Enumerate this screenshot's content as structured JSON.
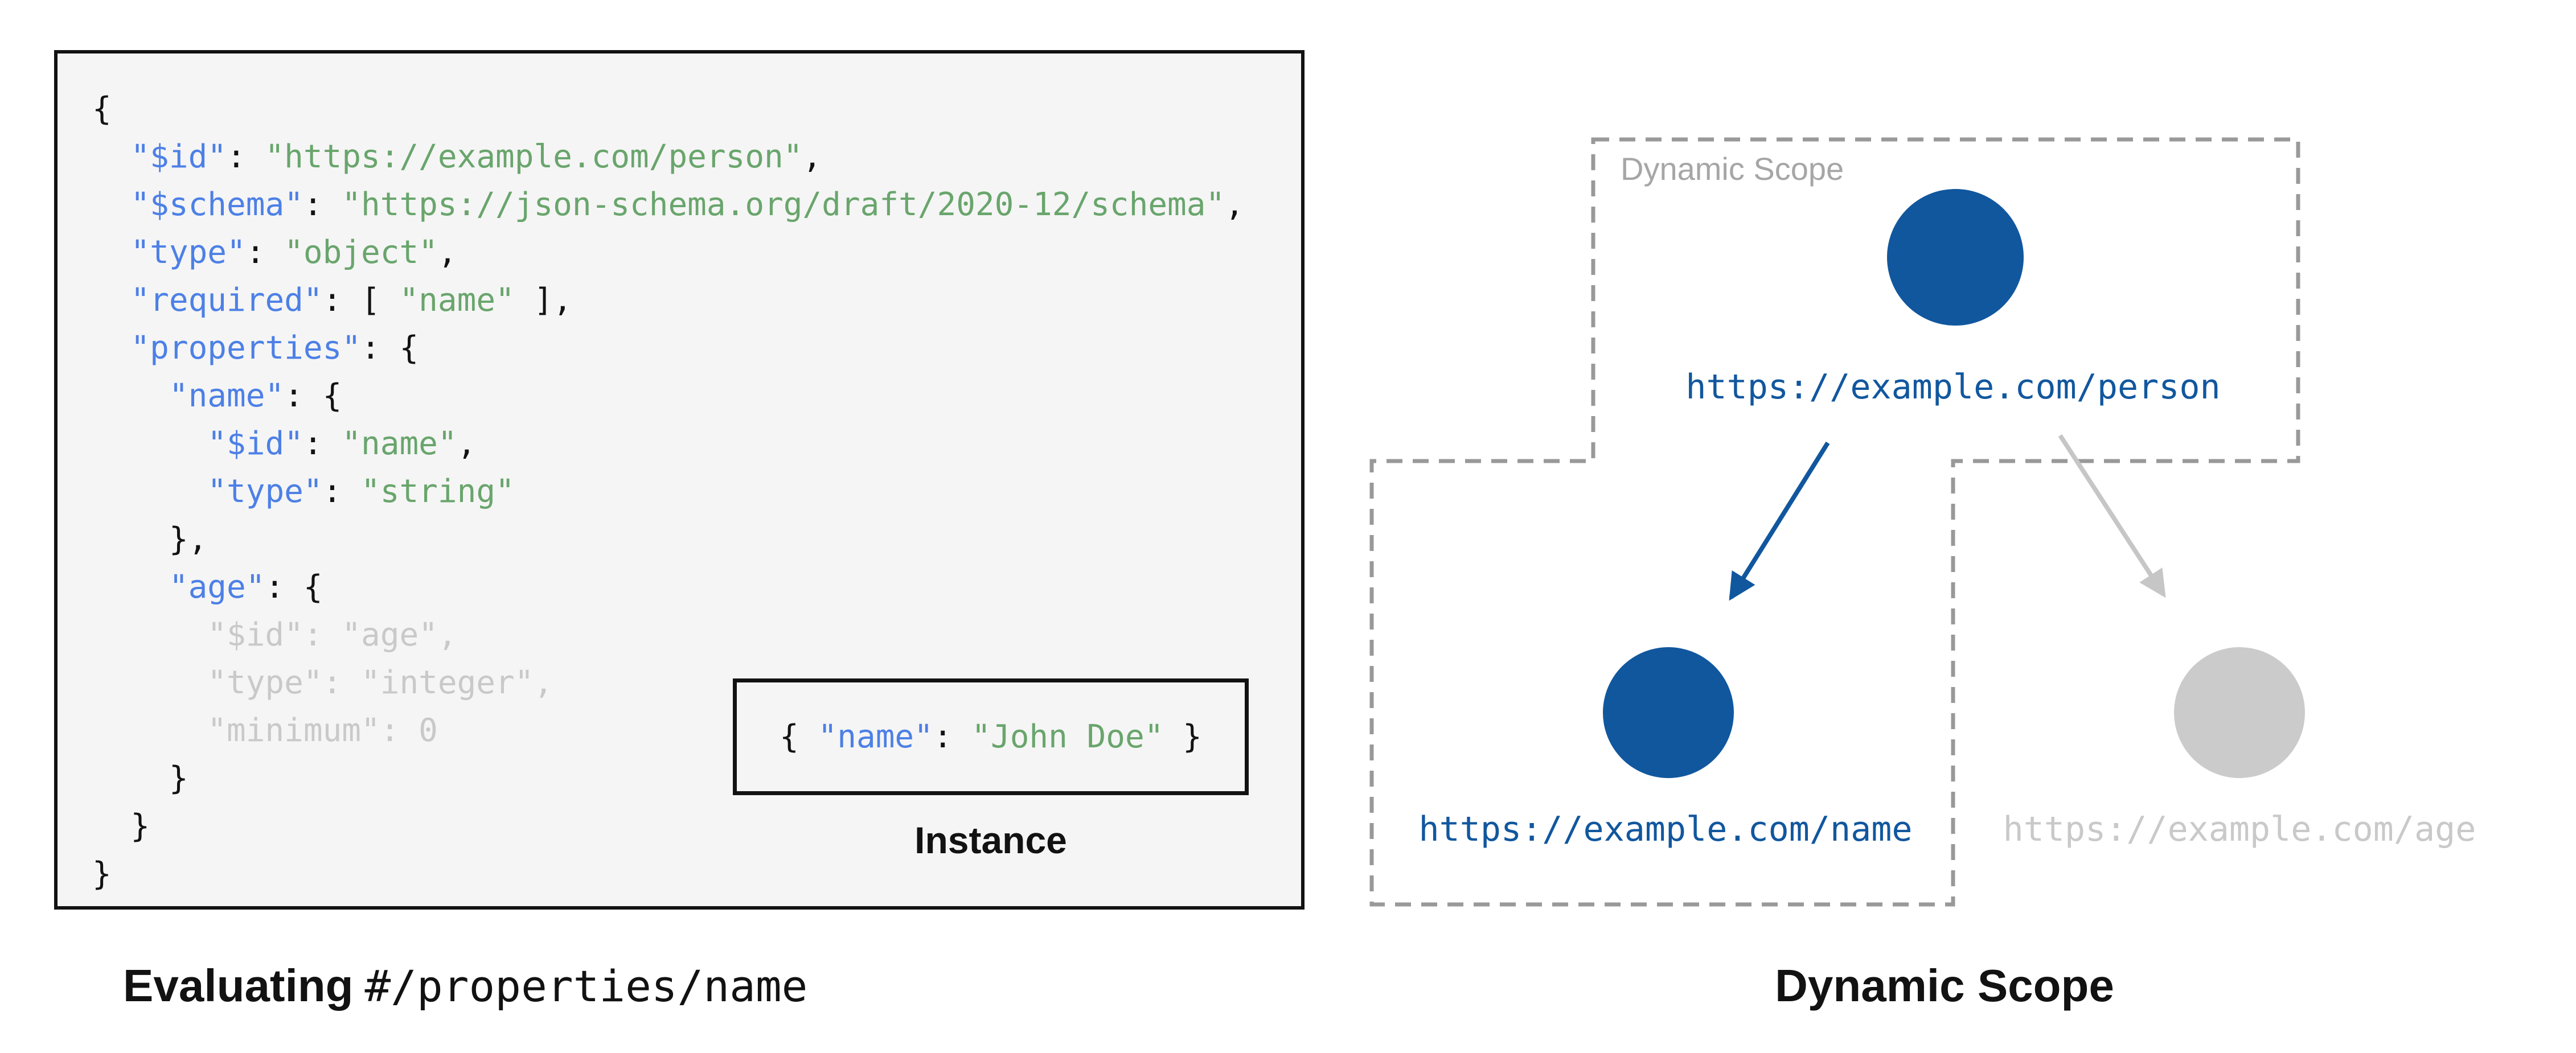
{
  "colors": {
    "ink": "#121212",
    "panel-bg": "#f5f5f5",
    "key-blue": "#4d80e6",
    "str-green": "#69a56c",
    "dim-gray": "#c9c9c9",
    "node-blue": "#11579e",
    "node-gray": "#cbcbcb",
    "arrow-gray": "#c6c6c6",
    "dash-gray": "#999999",
    "label-gray": "#a6a6a6"
  },
  "left_panel": {
    "caption": {
      "bold": "Evaluating",
      "mono": "#/properties/name"
    },
    "instance": {
      "label": "Instance",
      "tokens": [
        {
          "t": "{ ",
          "c": "p"
        },
        {
          "t": "\"name\"",
          "c": "k"
        },
        {
          "t": ": ",
          "c": "p"
        },
        {
          "t": "\"John Doe\"",
          "c": "s"
        },
        {
          "t": " }",
          "c": "p"
        }
      ]
    },
    "code": {
      "lines": [
        [
          {
            "t": "{",
            "c": "p"
          }
        ],
        [
          {
            "t": "  ",
            "c": "p"
          },
          {
            "t": "\"$id\"",
            "c": "k"
          },
          {
            "t": ": ",
            "c": "p"
          },
          {
            "t": "\"https://example.com/person\"",
            "c": "s"
          },
          {
            "t": ",",
            "c": "p"
          }
        ],
        [
          {
            "t": "  ",
            "c": "p"
          },
          {
            "t": "\"$schema\"",
            "c": "k"
          },
          {
            "t": ": ",
            "c": "p"
          },
          {
            "t": "\"https://json-schema.org/draft/2020-12/schema\"",
            "c": "s"
          },
          {
            "t": ",",
            "c": "p"
          }
        ],
        [
          {
            "t": "  ",
            "c": "p"
          },
          {
            "t": "\"type\"",
            "c": "k"
          },
          {
            "t": ": ",
            "c": "p"
          },
          {
            "t": "\"object\"",
            "c": "s"
          },
          {
            "t": ",",
            "c": "p"
          }
        ],
        [
          {
            "t": "  ",
            "c": "p"
          },
          {
            "t": "\"required\"",
            "c": "k"
          },
          {
            "t": ": [ ",
            "c": "p"
          },
          {
            "t": "\"name\"",
            "c": "s"
          },
          {
            "t": " ],",
            "c": "p"
          }
        ],
        [
          {
            "t": "  ",
            "c": "p"
          },
          {
            "t": "\"properties\"",
            "c": "k"
          },
          {
            "t": ": {",
            "c": "p"
          }
        ],
        [
          {
            "t": "    ",
            "c": "p"
          },
          {
            "t": "\"name\"",
            "c": "k"
          },
          {
            "t": ": {",
            "c": "p"
          }
        ],
        [
          {
            "t": "      ",
            "c": "p"
          },
          {
            "t": "\"$id\"",
            "c": "k"
          },
          {
            "t": ": ",
            "c": "p"
          },
          {
            "t": "\"name\"",
            "c": "s"
          },
          {
            "t": ",",
            "c": "p"
          }
        ],
        [
          {
            "t": "      ",
            "c": "p"
          },
          {
            "t": "\"type\"",
            "c": "k"
          },
          {
            "t": ": ",
            "c": "p"
          },
          {
            "t": "\"string\"",
            "c": "s"
          }
        ],
        [
          {
            "t": "    },",
            "c": "p"
          }
        ],
        [
          {
            "t": "    ",
            "c": "p"
          },
          {
            "t": "\"age\"",
            "c": "k"
          },
          {
            "t": ": {",
            "c": "p"
          }
        ],
        [
          {
            "t": "      \"$id\": \"age\",",
            "c": "d"
          }
        ],
        [
          {
            "t": "      \"type\": \"integer\",",
            "c": "d"
          }
        ],
        [
          {
            "t": "      \"minimum\": 0",
            "c": "d"
          }
        ],
        [
          {
            "t": "    }",
            "c": "p"
          }
        ],
        [
          {
            "t": "  }",
            "c": "p"
          }
        ],
        [
          {
            "t": "}",
            "c": "p"
          }
        ]
      ]
    }
  },
  "right_panel": {
    "scope_box_label": "Dynamic Scope",
    "caption": "Dynamic Scope",
    "nodes": [
      {
        "id": "person",
        "url": "https://example.com/person",
        "state": "active"
      },
      {
        "id": "name",
        "url": "https://example.com/name",
        "state": "active"
      },
      {
        "id": "age",
        "url": "https://example.com/age",
        "state": "inactive"
      }
    ]
  }
}
